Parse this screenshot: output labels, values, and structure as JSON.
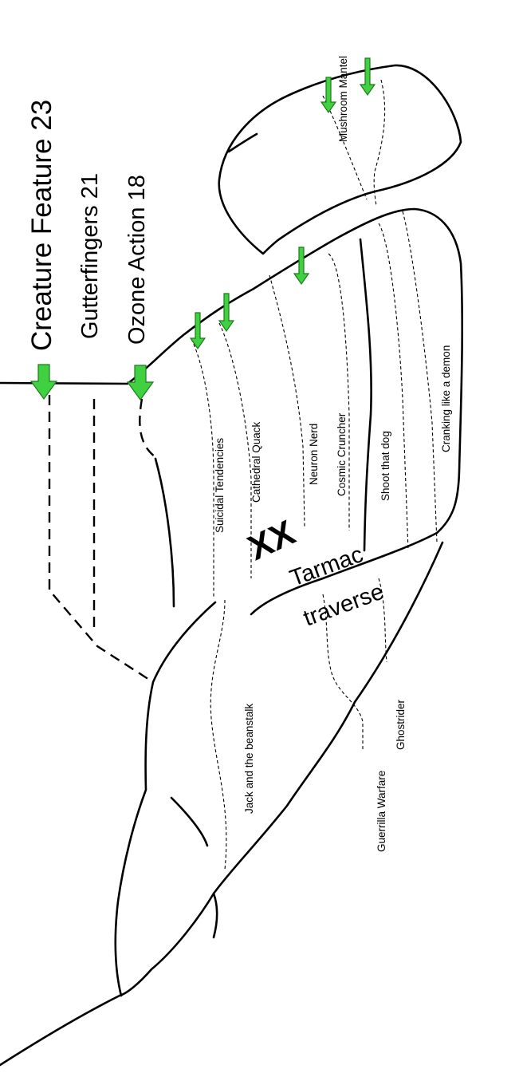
{
  "header_grades": [
    {
      "name": "Creature Feature",
      "grade": "23"
    },
    {
      "name": "Gutterfingers",
      "grade": "21"
    },
    {
      "name": "Ozone Action",
      "grade": "18"
    }
  ],
  "routes": {
    "suicidal_tendencies": "Suicidal Tendencies",
    "cathedral_quack": "Cathedral Quack",
    "neuron_nerd": "Neuron Nerd",
    "cosmic_cruncher": "Cosmic Cruncher",
    "shoot_that_dog": "Shoot that dog",
    "cranking_like_a_demon": "Cranking like a demon",
    "mushroom_mantel": "Mushroom Mantel",
    "jack_and_the_beanstalk": "Jack and the beanstalk",
    "guerrilla_warfare": "Guerrilla Warfare",
    "ghostrider": "Ghostrider"
  },
  "traverse": {
    "line1": "Tarmac",
    "line2": "traverse"
  },
  "marker": "XX",
  "colors": {
    "arrow": "#3fd13f",
    "ink": "#000000"
  }
}
